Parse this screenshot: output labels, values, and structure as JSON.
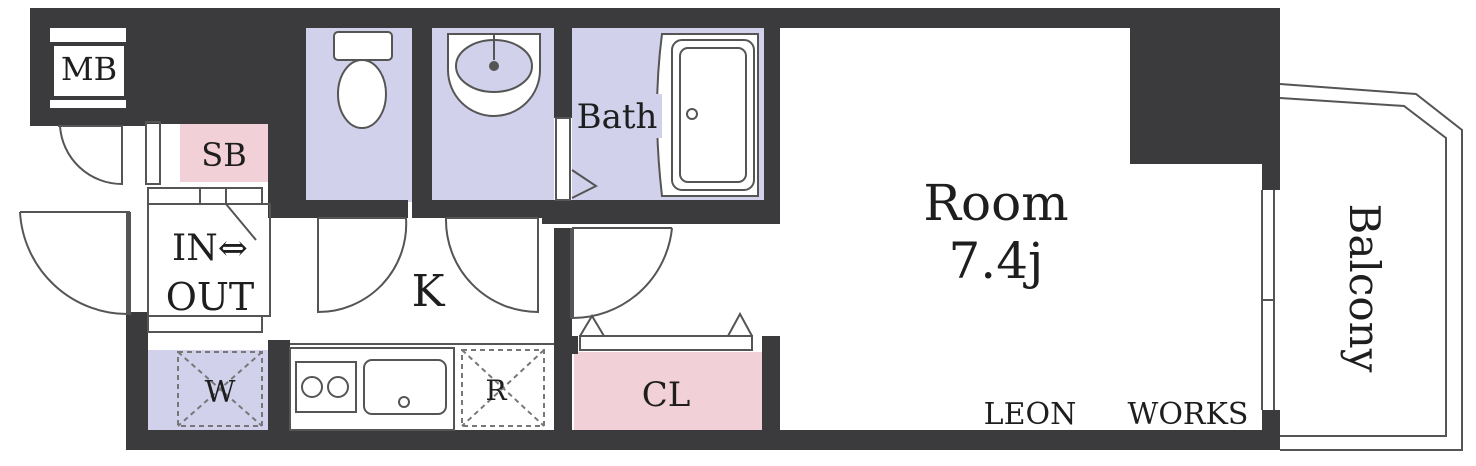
{
  "labels": {
    "mb": "MB",
    "sb": "SB",
    "in_out_1": "IN⇔",
    "in_out_2": "OUT",
    "w": "W",
    "k": "K",
    "r": "R",
    "cl": "CL",
    "bath": "Bath",
    "room_1": "Room",
    "room_2": "7.4j",
    "balcony": "Balcony",
    "brand_1": "LEON",
    "brand_2": "WORKS"
  },
  "colors": {
    "wall": "#3b3b3d",
    "wet_area": "#d1d1ec",
    "storage_pink": "#f2d0d8",
    "line": "#555555",
    "background": "#ffffff"
  },
  "icons": {
    "toilet": "toilet-icon",
    "sink": "washbasin-icon",
    "bathtub": "bathtub-icon",
    "stove": "stove-icon",
    "kitchen_sink": "kitchen-sink-icon"
  }
}
